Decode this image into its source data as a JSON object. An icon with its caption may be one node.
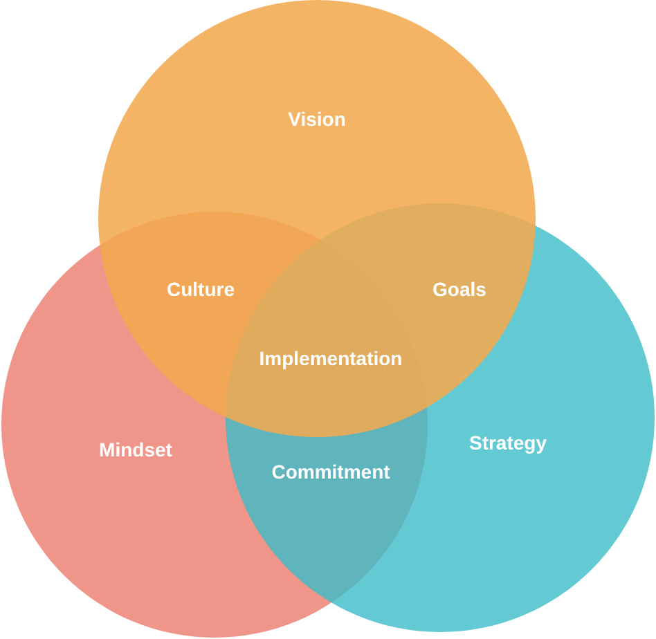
{
  "diagram": {
    "nodes": [
      {
        "text": [
          "Vision"
        ]
      },
      {
        "text": [
          "Mindset"
        ]
      },
      {
        "text": [
          "Strategy"
        ]
      }
    ],
    "labels": [
      "Culture",
      "Goals",
      "Implementation",
      "Commitment"
    ]
  }
}
